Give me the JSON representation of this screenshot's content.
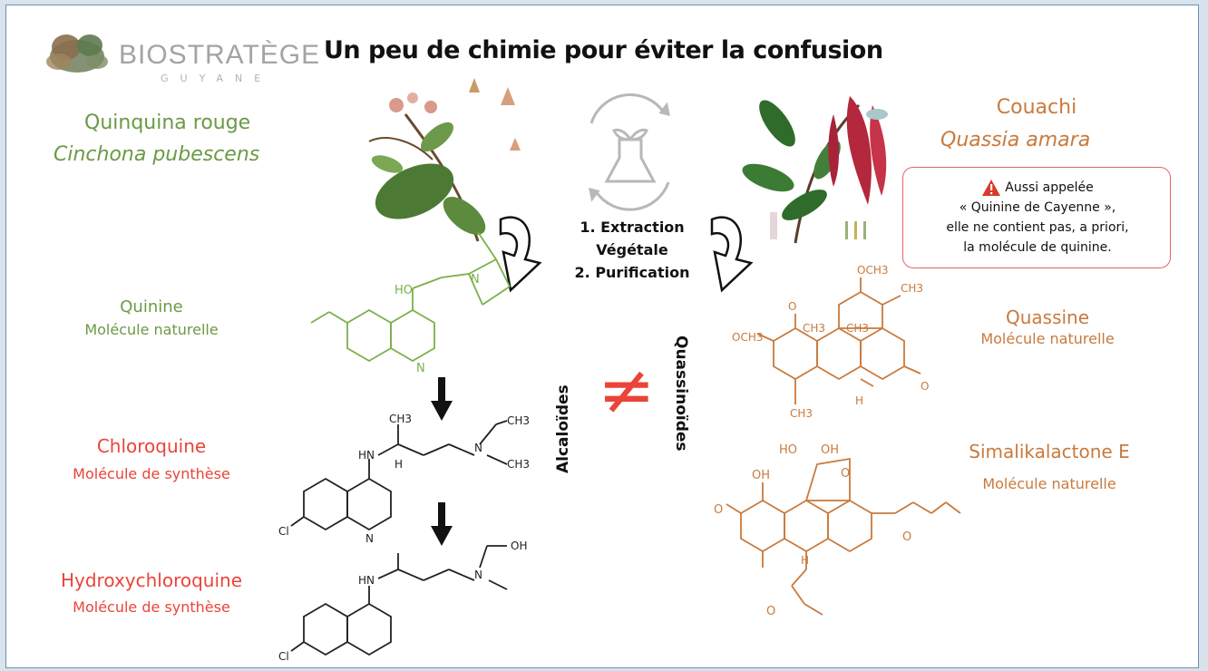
{
  "header": {
    "logo_text": "BIOSTRATÈGE",
    "logo_sub": "GUYANE",
    "title": "Un peu de chimie pour éviter la confusion"
  },
  "left_plant": {
    "name": "Quinquina rouge",
    "latin": "Cinchona pubescens"
  },
  "right_plant": {
    "name": "Couachi",
    "latin": "Quassia amara"
  },
  "warning": {
    "icon": "warning-triangle-icon",
    "line1": "Aussi appelée",
    "line2": "« Quinine de Cayenne »,",
    "line3": "elle ne contient pas, a priori,",
    "line4": "la molécule de quinine."
  },
  "process": {
    "step1": "1. Extraction",
    "step1b": "Végétale",
    "step2": "2. Purification"
  },
  "molecules": {
    "quinine": {
      "name": "Quinine",
      "type": "Molécule naturelle"
    },
    "chloroquine": {
      "name": "Chloroquine",
      "type": "Molécule de synthèse"
    },
    "hydroxychloroquine": {
      "name": "Hydroxychloroquine",
      "type": "Molécule de synthèse"
    },
    "quassine": {
      "name": "Quassine",
      "type": "Molécule naturelle"
    },
    "simalikalactone": {
      "name": "Simalikalactone E",
      "type": "Molécule naturelle"
    }
  },
  "classes": {
    "left": "Alcaloïdes",
    "right": "Quassinoïdes",
    "not_equal": "≠"
  },
  "atoms": {
    "ho": "HO",
    "n": "N",
    "ch3": "CH3",
    "och3": "OCH3",
    "hn": "HN",
    "h": "H",
    "cl": "Cl",
    "oh": "OH",
    "o": "O"
  },
  "colors": {
    "green": "#6b9a44",
    "orange": "#c87a3d",
    "red": "#ea4438",
    "border": "#6d8fb3"
  }
}
